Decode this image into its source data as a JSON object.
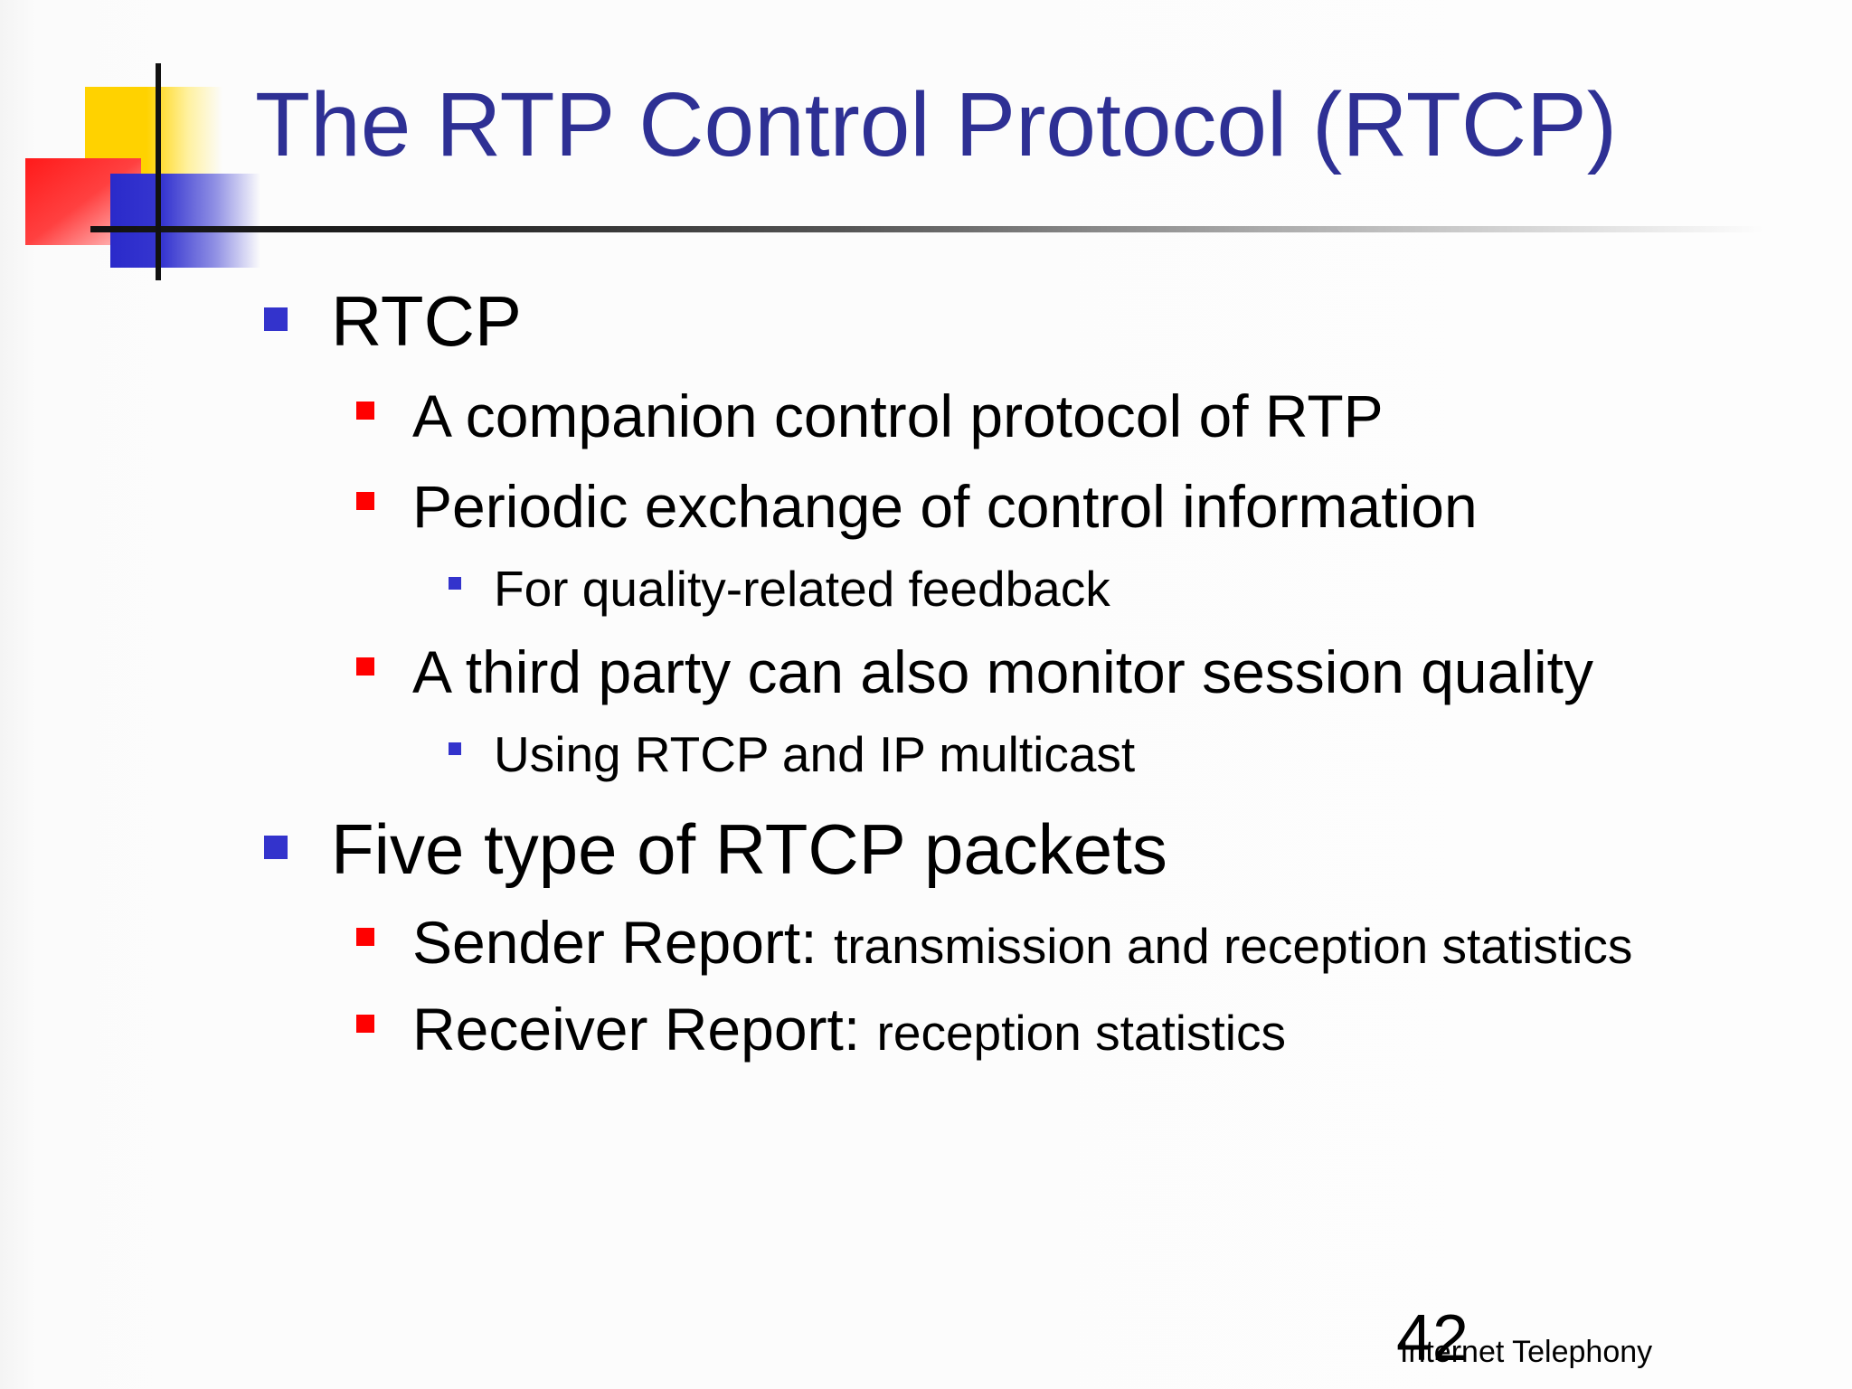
{
  "slide": {
    "title": "The RTP Control Protocol (RTCP)",
    "bullets": [
      {
        "text": "RTCP"
      },
      {
        "text": "A companion control protocol of RTP"
      },
      {
        "text": "Periodic exchange of control information"
      },
      {
        "text": "For quality-related feedback"
      },
      {
        "text": "A third party can also monitor session quality"
      },
      {
        "text": "Using RTCP and IP multicast"
      },
      {
        "text": "Five type of RTCP packets"
      },
      {
        "label": "Sender Report:",
        "detail": "transmission and reception statistics"
      },
      {
        "label": "Receiver Report:",
        "detail": "reception statistics"
      }
    ],
    "footer": {
      "page_number": "42",
      "course": "Internet Telephony"
    }
  },
  "colors": {
    "title": "#2e3094",
    "level1_bullet": "#3333cc",
    "level2_bullet": "#ff0000",
    "level3_bullet": "#3333cc",
    "deco_yellow": "#ffd200",
    "deco_red": "#ff1a1a",
    "deco_blue": "#2a2aca"
  }
}
